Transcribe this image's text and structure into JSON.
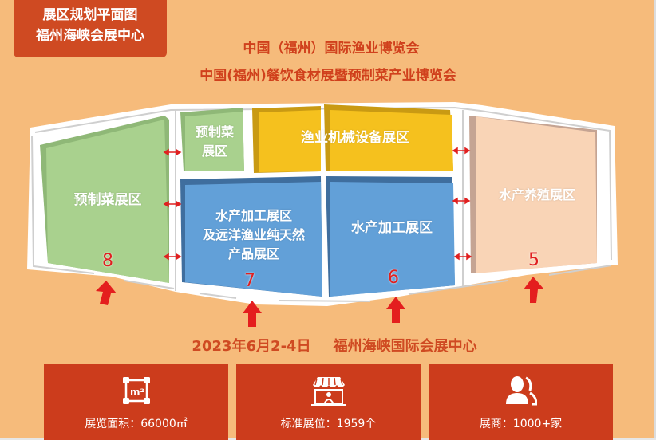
{
  "badge": {
    "line1": "展区规划平面图",
    "line2": "福州海峡会展中心"
  },
  "headlines": {
    "line1": "中国（福州）国际渔业博览会",
    "line2": "中国(福州)餐饮食材展暨预制菜产业博览会"
  },
  "halls": [
    {
      "id": "8",
      "label": "预制菜展区",
      "color": "#a9d18e"
    },
    {
      "id": "8a",
      "label": "预制菜展区",
      "label_lines": [
        "预制菜",
        "展区"
      ],
      "color": "#a9d18e"
    },
    {
      "id": "top-yellow",
      "label": "渔业机械设备展区",
      "color": "#f5c11e"
    },
    {
      "id": "7",
      "label_lines": [
        "水产加工展区",
        "及远洋渔业纯天然",
        "产品展区"
      ],
      "color": "#62a0d8"
    },
    {
      "id": "6",
      "label": "水产加工展区",
      "color": "#62a0d8"
    },
    {
      "id": "5",
      "label": "水产养殖展区",
      "color": "#f9d4b6"
    }
  ],
  "hall_numbers": [
    "8",
    "7",
    "6",
    "5"
  ],
  "colors": {
    "background": "#f6bb7b",
    "accent": "#cf4a22",
    "arrow": "#e02020",
    "green": "#a9d18e",
    "yellow": "#f5c11e",
    "blue": "#62a0d8",
    "peach": "#f9d4b6"
  },
  "event": {
    "date": "2023年6月2-4日",
    "venue": "福州海峡国际会展中心"
  },
  "stats": [
    {
      "icon": "area-m2-icon",
      "text": "展览面积：66000㎡"
    },
    {
      "icon": "booth-stall-icon",
      "text": "标准展位：1959个"
    },
    {
      "icon": "exhibitors-people-icon",
      "text": "展商：1000+家"
    }
  ]
}
